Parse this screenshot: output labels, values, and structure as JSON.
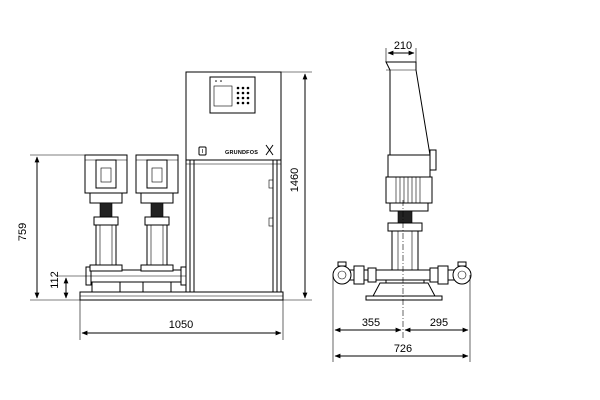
{
  "brand": {
    "name": "GRUNDFOS",
    "logo_icon": "grundfos-x-icon"
  },
  "dimensions": {
    "front_height_pump": "759",
    "front_height_manifold": "112",
    "front_height_total": "1460",
    "front_width": "1050",
    "side_top_width": "210",
    "side_left_offset": "355",
    "side_right_offset": "295",
    "side_total_width": "726"
  },
  "colors": {
    "line": "#000000",
    "background": "#ffffff"
  }
}
